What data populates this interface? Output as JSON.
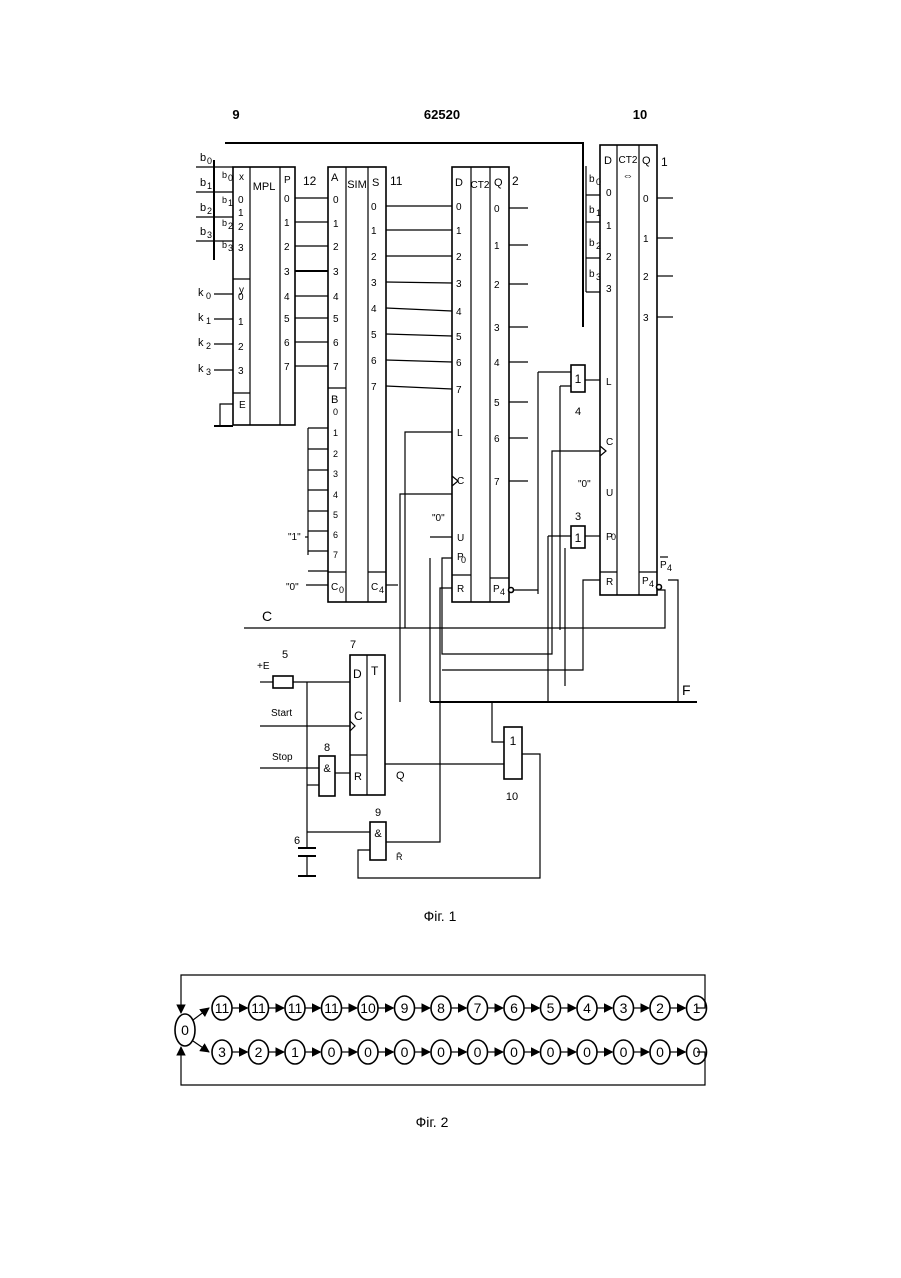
{
  "header": {
    "left": "9",
    "center": "62520",
    "right": "10"
  },
  "blocks": {
    "mpl": {
      "number": "12",
      "name": "MPL",
      "x_label": "x",
      "x_pins": [
        "0",
        "1",
        "2",
        "3"
      ],
      "y_label": "y",
      "y_pins": [
        "0",
        "1",
        "2",
        "3"
      ],
      "enable_label": "E",
      "out_label": "P",
      "out_pins": [
        "0",
        "1",
        "2",
        "3",
        "4",
        "5",
        "6",
        "7"
      ],
      "b_inputs": [
        "b",
        "b",
        "b",
        "b"
      ],
      "b_inner": [
        "b",
        "b",
        "b",
        "b"
      ],
      "k_inputs": [
        "k",
        "k",
        "k",
        "k"
      ],
      "subs": [
        "0",
        "1",
        "2",
        "3"
      ]
    },
    "sim": {
      "number": "11",
      "name": "SIM",
      "a_label": "A",
      "a_pins": [
        "0",
        "1",
        "2",
        "3",
        "4",
        "5",
        "6",
        "7"
      ],
      "b_label": "B",
      "b_pins": [
        "0",
        "1",
        "2",
        "3",
        "4",
        "5",
        "6",
        "7"
      ],
      "c0_label": "C",
      "c0_sub": "0",
      "s_label": "S",
      "s_pins": [
        "0",
        "1",
        "2",
        "3",
        "4",
        "5",
        "6",
        "7"
      ],
      "c4_label": "C",
      "c4_sub": "4",
      "const_one": "\"1\"",
      "const_zero": "\"0\""
    },
    "ct2": {
      "number": "2",
      "name": "CT2",
      "d_label": "D",
      "d_pins": [
        "0",
        "1",
        "2",
        "3",
        "4",
        "5",
        "6",
        "7"
      ],
      "q_label": "Q",
      "q_pins": [
        "0",
        "1",
        "2",
        "3",
        "4",
        "5",
        "6",
        "7"
      ],
      "ctrl": [
        "L",
        "C",
        "U",
        "P",
        "R"
      ],
      "p0_sub": "0",
      "p4_label": "P",
      "p4_sub": "4",
      "const_zero": "\"0\""
    },
    "ct2b": {
      "number": "1",
      "name": "CT2",
      "dir_glyph": "⇔",
      "d_label": "D",
      "d_pins": [
        "0",
        "1",
        "2",
        "3"
      ],
      "q_label": "Q",
      "q_pins": [
        "0",
        "1",
        "2",
        "3"
      ],
      "b_labels": [
        "b",
        "b",
        "b",
        "b"
      ],
      "subs": [
        "0",
        "1",
        "2",
        "3"
      ],
      "ctrl": [
        "L",
        "C",
        "U",
        "P",
        "R"
      ],
      "p0_sub": "0",
      "p4_label": "P",
      "p4_sub": "4",
      "pbar_label": "P",
      "pbar_sub": "4",
      "const_zero": "\"0\""
    },
    "gate4": {
      "number": "4",
      "symbol": "1"
    },
    "gate3": {
      "number": "3",
      "symbol": "1"
    },
    "res5": {
      "number": "5",
      "supply": "+E"
    },
    "cap6": {
      "number": "6"
    },
    "trig7": {
      "number": "7",
      "d": "D",
      "t": "T",
      "c": "C",
      "r": "R",
      "out": "Q"
    },
    "and8": {
      "number": "8",
      "symbol": "&"
    },
    "and9": {
      "number": "9",
      "symbol": "&",
      "out": "R̄"
    },
    "or10": {
      "number": "10",
      "symbol": "1"
    }
  },
  "signals": {
    "c": "C",
    "f": "F",
    "start": "Start",
    "stop": "Stop"
  },
  "fig1_caption": "Фіг. 1",
  "fig2": {
    "start_node": "0",
    "top_row": [
      "11",
      "11",
      "11",
      "11",
      "10",
      "9",
      "8",
      "7",
      "6",
      "5",
      "4",
      "3",
      "2",
      "1"
    ],
    "bottom_row": [
      "3",
      "2",
      "1",
      "0",
      "0",
      "0",
      "0",
      "0",
      "0",
      "0",
      "0",
      "0",
      "0",
      "0"
    ]
  },
  "fig2_caption": "Фіг. 2"
}
